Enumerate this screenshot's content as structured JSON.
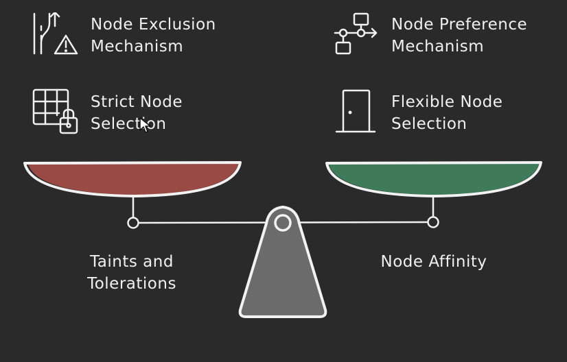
{
  "colors": {
    "background": "#2a2a2a",
    "line": "#f2f2f2",
    "left_pan": "#9a4a44",
    "right_pan": "#3f7a59",
    "fulcrum": "#6b6b6b"
  },
  "left": {
    "items": [
      {
        "icon": "road-warning-icon",
        "lines": [
          "Node Exclusion",
          "Mechanism"
        ]
      },
      {
        "icon": "grid-lock-icon",
        "lines": [
          "Strict Node",
          "Selection"
        ]
      }
    ],
    "bottom_label": [
      "Taints and",
      "Tolerations"
    ]
  },
  "right": {
    "items": [
      {
        "icon": "flowchart-icon",
        "lines": [
          "Node Preference",
          "Mechanism"
        ]
      },
      {
        "icon": "door-icon",
        "lines": [
          "Flexible Node",
          "Selection"
        ]
      }
    ],
    "bottom_label": [
      "Node Affinity"
    ]
  }
}
